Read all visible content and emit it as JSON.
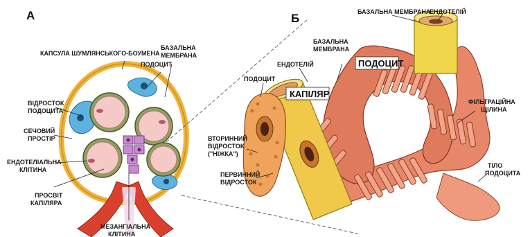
{
  "panel_a": {
    "letter": "А",
    "labels": {
      "capsule": "КАПСУЛА ШУМЛЯНСЬКОГО-БОУМЕНА",
      "basal_1": "БАЗАЛЬНА",
      "basal_2": "МЕМБРАНА",
      "podocyte": "ПОДОЦИТ",
      "process_1": "ВІДРОСТОК",
      "process_2": "ПОДОЦИТА",
      "urinary_1": "СЕЧОВИЙ",
      "urinary_2": "ПРОСТІР",
      "endo_cell_1": "ЕНДОТЕЛІАЛЬНА",
      "endo_cell_2": "КЛІТИНА",
      "lumen_1": "ПРОСВІТ",
      "lumen_2": "КАПІЛЯРА",
      "mesangial_1": "МЕЗАНГІАЛЬНА",
      "mesangial_2": "КЛІТИНА"
    }
  },
  "panel_b": {
    "letter": "Б",
    "labels": {
      "basal_top": "БАЗАЛЬНА МЕМБРАНА",
      "endo_top": "ЕНДОТЕЛІЙ",
      "basal_1": "БАЗАЛЬНА",
      "basal_2": "МЕМБРАНА",
      "endo_left": "ЕНДОТЕЛІЙ",
      "podocyte_left": "ПОДОЦИТ",
      "podocyte_box": "ПОДОЦИТ",
      "capillary_box": "КАПІЛЯР",
      "slit_1": "ФІЛЬТРАЦІЙНА",
      "slit_2": "ЩІЛИНА",
      "secondary_1": "ВТОРИННИЙ",
      "secondary_2": "ВІДРОСТОК",
      "secondary_3": "(\"НІЖКА\")",
      "primary_1": "ПЕРВИННИЙ",
      "primary_2": "ВІДРОСТОК",
      "body_1": "ТІЛО",
      "body_2": "ПОДОЦИТА"
    }
  },
  "colors": {
    "capsule": "#f2b53a",
    "podocyte": "#6ab8e0",
    "basal": "#7d8f55",
    "capillary_lumen": "#f5c9c6",
    "mesangial": "#c98ad0",
    "artery": "#d9412e",
    "podocyte_3d": "#e8866a",
    "capillary_3d": "#f0c84a"
  }
}
